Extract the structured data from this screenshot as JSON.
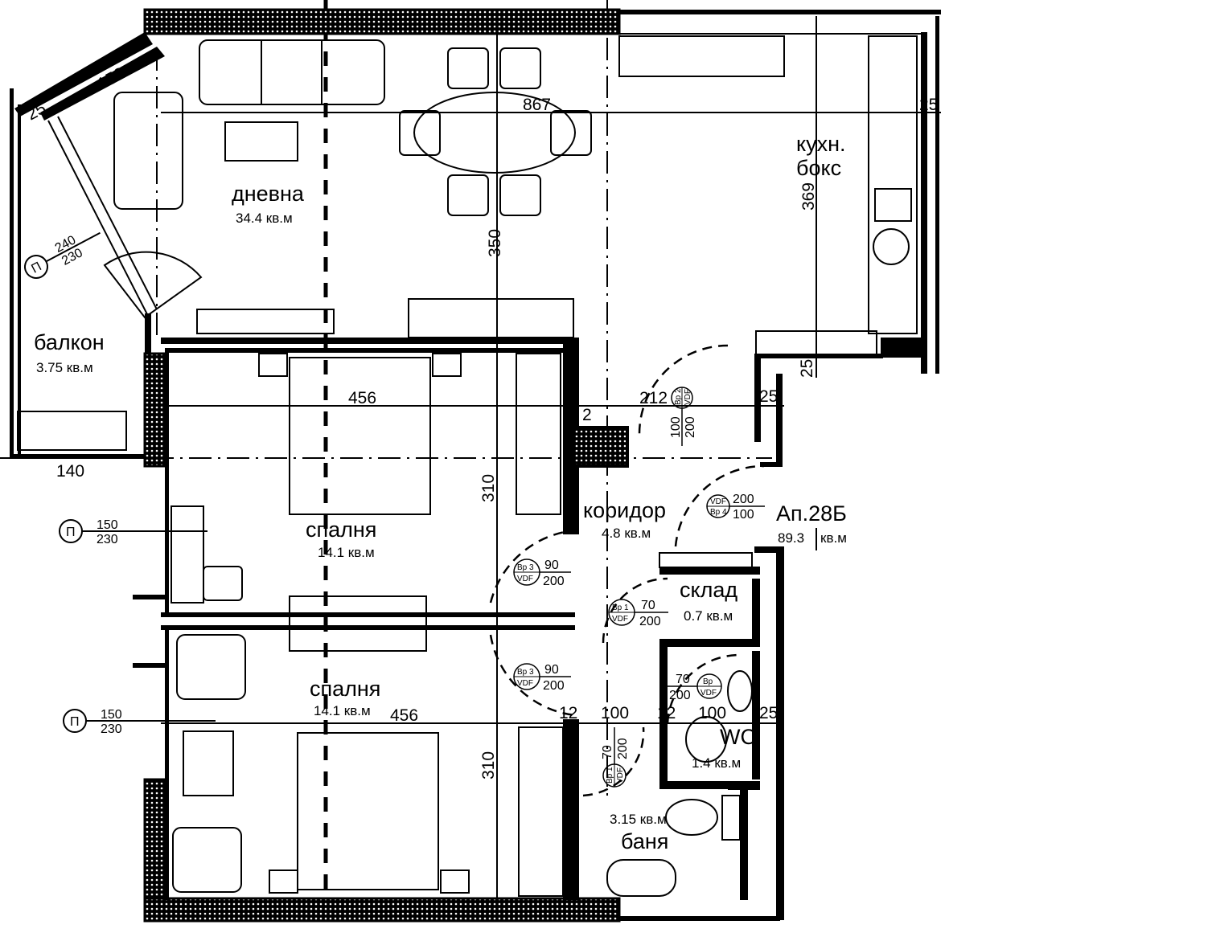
{
  "plan": {
    "apartment": {
      "name": "Ап.28Б",
      "area": "89.3",
      "unit": "кв.м"
    },
    "rooms": {
      "living": {
        "name": "дневна",
        "area": "34.4 кв.м"
      },
      "kitchen": {
        "name_1": "кухн.",
        "name_2": "бокс"
      },
      "balcony": {
        "name": "балкон",
        "area": "3.75 кв.м"
      },
      "bedroom1": {
        "name": "спалня",
        "area": "14.1 кв.м"
      },
      "bedroom2": {
        "name": "спалня",
        "area": "14.1 кв.м"
      },
      "corridor": {
        "name": "коридор",
        "area": "4.8 кв.м"
      },
      "storage": {
        "name": "склад",
        "area": "0.7 кв.м"
      },
      "wc": {
        "name": "WC",
        "area": "1.4 кв.м"
      },
      "bath": {
        "name": "баня",
        "area": "3.15 кв.м"
      }
    },
    "dimensions": {
      "living_width": "867",
      "living_depth": "350",
      "kitchen_depth": "369",
      "balcony_diag": "152",
      "balcony_wall": "25",
      "kitchen_wall": "25",
      "balcony_width": "140",
      "bed1_width": "456",
      "bed2_width": "456",
      "bed1_depth": "310",
      "bed2_depth": "310",
      "corr_width": "212",
      "corr_offset": "2",
      "corr_wall": "25",
      "kitchen_wall_low": "25",
      "bath_row": [
        "12",
        "100",
        "12",
        "100",
        "25"
      ]
    },
    "windows": [
      {
        "symbol": "П",
        "width": "240",
        "height": "230"
      },
      {
        "symbol": "П",
        "width": "150",
        "height": "230"
      },
      {
        "symbol": "П",
        "width": "150",
        "height": "230"
      }
    ],
    "doors": [
      {
        "code": "Bp 2",
        "material": "VDF",
        "width": "100",
        "height": "200"
      },
      {
        "code": "Bp 4",
        "material": "VDF",
        "width": "200",
        "height": "100"
      },
      {
        "code": "Bp 3",
        "material": "VDF",
        "width": "90",
        "height": "200"
      },
      {
        "code": "Bp 1",
        "material": "VDF",
        "width": "70",
        "height": "200"
      },
      {
        "code": "Bp 3",
        "material": "VDF",
        "width": "90",
        "height": "200"
      },
      {
        "code": "Bp",
        "material": "VDF",
        "width": "70",
        "height": "200"
      },
      {
        "code": "Bp 1",
        "material": "VDF",
        "width": "70",
        "height": "200"
      }
    ]
  }
}
